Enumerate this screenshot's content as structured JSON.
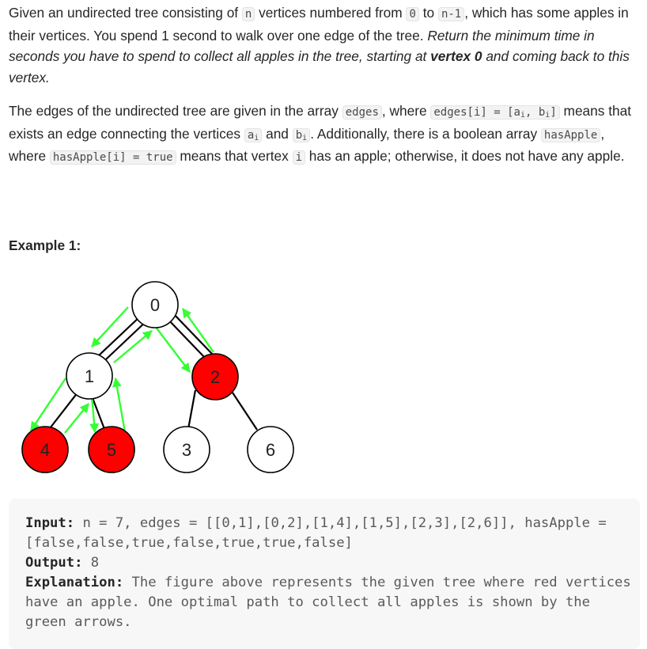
{
  "intro": {
    "t1": "Given an undirected tree consisting of ",
    "c1": "n",
    "t2": " vertices numbered from ",
    "c2": "0",
    "t3": " to ",
    "c3": "n-1",
    "t4": ", which has some apples in their vertices. You spend 1 second to walk over one edge of the tree. ",
    "em1": "Return the minimum time in seconds you have to spend to collect all apples in the tree, starting at ",
    "strong1": "vertex 0",
    "em2": " and coming back to this vertex."
  },
  "edges_par": {
    "t1": "The edges of the undirected tree are given in the array ",
    "c1": "edges",
    "t2": ", where ",
    "c2a": "edges[i] = [a",
    "c2b": "i",
    "c2c": ", b",
    "c2d": "i",
    "c2e": "]",
    "t3": " means that exists an edge connecting the vertices ",
    "c3a": "a",
    "c3b": "i",
    "t4": " and ",
    "c4a": "b",
    "c4b": "i",
    "t5": ". Additionally, there is a boolean array ",
    "c5": "hasApple",
    "t6": ", where ",
    "c6": "hasApple[i] = true",
    "t7": " means that vertex ",
    "c7": "i",
    "t8": " has an apple; otherwise, it does not have any apple."
  },
  "example": {
    "heading": "Example 1:",
    "input_label": "Input:",
    "input_value": " n = 7, edges = [[0,1],[0,2],[1,4],[1,5],[2,3],[2,6]], hasApple = [false,false,true,false,true,true,false]",
    "output_label": "Output:",
    "output_value": " 8",
    "explanation_label": "Explanation:",
    "explanation_value": " The figure above represents the given tree where red vertices have an apple. One optimal path to collect all apples is shown by the green arrows."
  },
  "tree": {
    "nodes": [
      {
        "id": "0",
        "apple": false
      },
      {
        "id": "1",
        "apple": false
      },
      {
        "id": "2",
        "apple": true
      },
      {
        "id": "3",
        "apple": false
      },
      {
        "id": "4",
        "apple": true
      },
      {
        "id": "5",
        "apple": true
      },
      {
        "id": "6",
        "apple": false
      }
    ],
    "apple_color": "#ff0000",
    "plain_color": "#ffffff",
    "arrow_color": "#33ff33"
  }
}
